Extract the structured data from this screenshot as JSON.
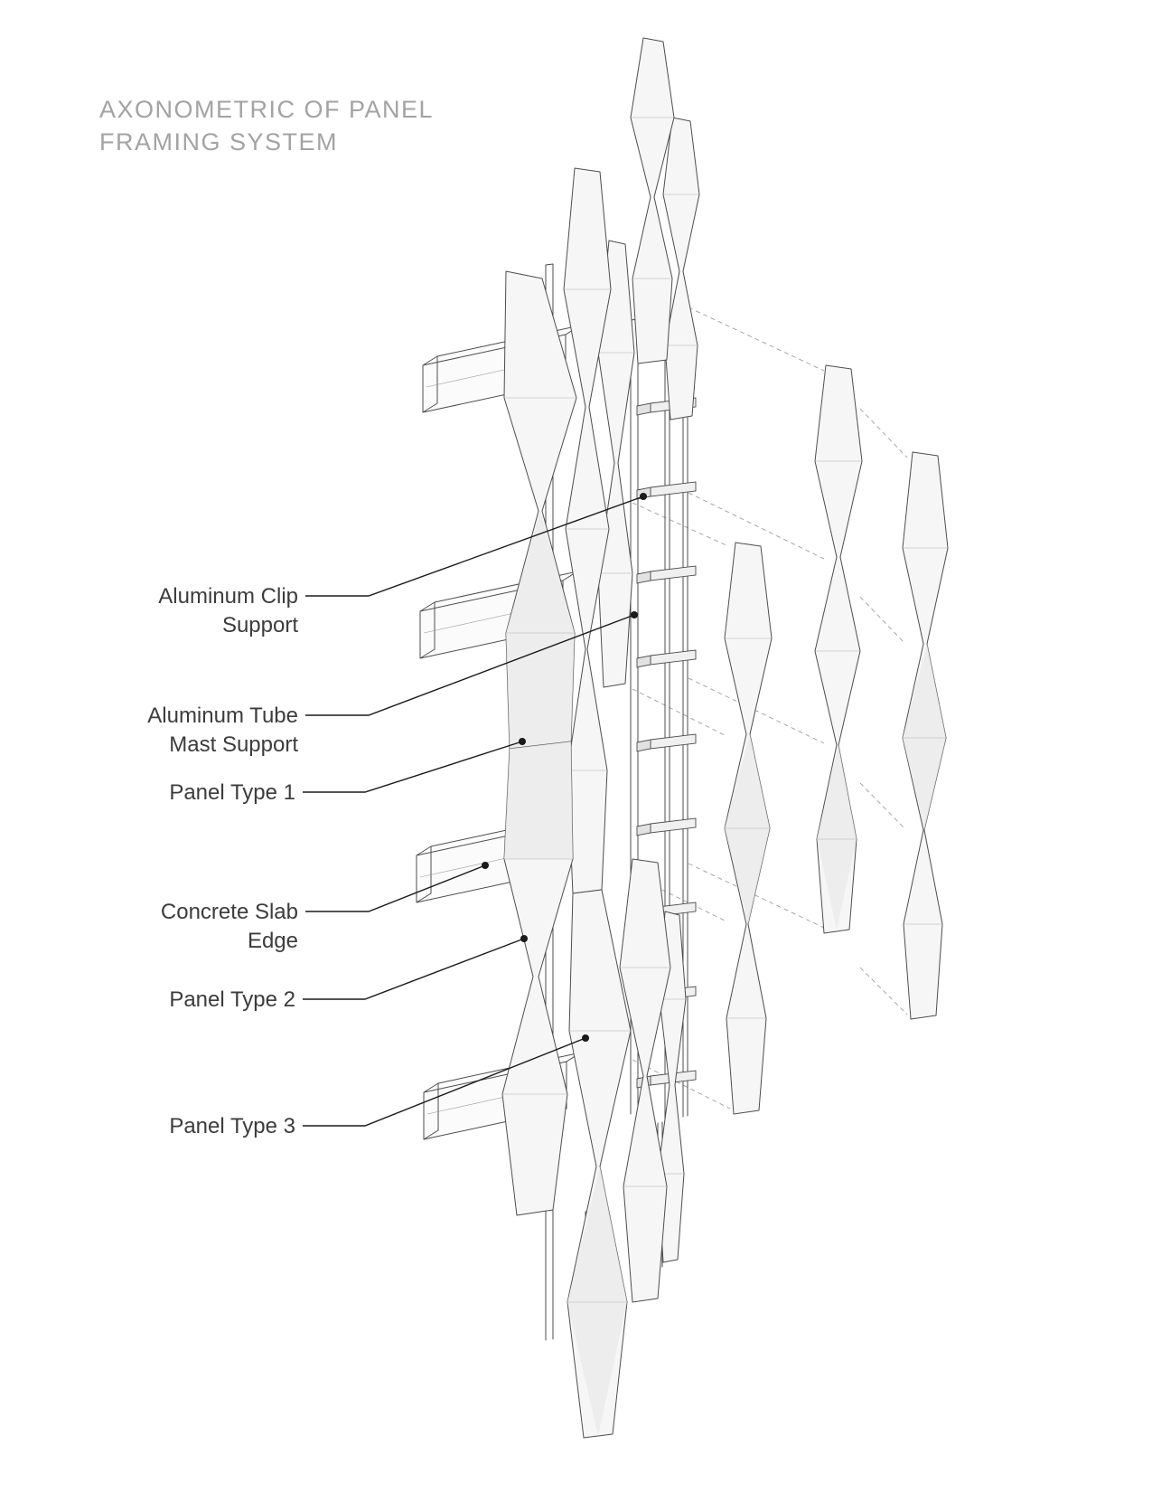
{
  "title": {
    "line1": "AXONOMETRIC OF PANEL",
    "line2": "FRAMING SYSTEM"
  },
  "labels": {
    "aluminum_clip_support": {
      "line1": "Aluminum Clip",
      "line2": "Support"
    },
    "aluminum_tube_mast_support": {
      "line1": "Aluminum Tube",
      "line2": "Mast Support"
    },
    "panel_type_1": {
      "text": "Panel Type 1"
    },
    "concrete_slab_edge": {
      "line1": "Concrete Slab",
      "line2": "Edge"
    },
    "panel_type_2": {
      "text": "Panel Type 2"
    },
    "panel_type_3": {
      "text": "Panel Type 3"
    }
  },
  "colors": {
    "line": "#4d4d4d",
    "panel-fill": "#f6f6f6",
    "panel-fill-dark": "#eaeaea",
    "dashed": "#9e9e9e",
    "label-text": "#3c3c3c",
    "title-text": "#a3a3a3",
    "leader": "#1a1a1a"
  }
}
